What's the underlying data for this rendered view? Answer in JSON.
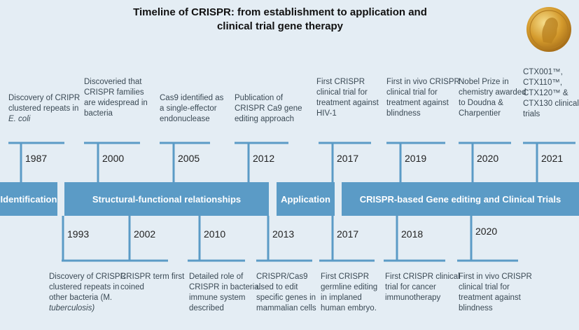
{
  "title": {
    "line1": "Timeline of CRISPR: from establishment to application and",
    "line2": "clinical trial gene therapy"
  },
  "medal_icon": "nobel-medal-icon",
  "colors": {
    "band": "#5b9bc6",
    "line": "#5b9bc6",
    "background": "#e4edf4"
  },
  "phases": [
    {
      "label": "Identification"
    },
    {
      "label": "Structural-functional relationships"
    },
    {
      "label": "Application"
    },
    {
      "label": "CRISPR-based Gene editing and Clinical Trials"
    }
  ],
  "top_events": [
    {
      "year": "1987",
      "lines": [
        "Discovery of CRIPR",
        "clustered repeats in",
        "E. coli"
      ]
    },
    {
      "year": "2000",
      "lines": [
        "Discoveried that",
        "CRISPR families",
        "are widespread in",
        "bacteria"
      ]
    },
    {
      "year": "2005",
      "lines": [
        "Cas9 identified as",
        "a single-effector",
        "endonuclease"
      ]
    },
    {
      "year": "2012",
      "lines": [
        "Publication of",
        "CRISPR Ca9 gene",
        "editing approach"
      ]
    },
    {
      "year": "2017",
      "lines": [
        "First CRISPR",
        "clinical trial for",
        "treatment against",
        "HIV-1"
      ]
    },
    {
      "year": "2019",
      "lines": [
        "First in vivo CRISPR",
        "clinical trial for",
        "treatment against",
        "blindness"
      ]
    },
    {
      "year": "2020",
      "lines": [
        "Nobel Prize in",
        "chemistry awarded",
        "to Doudna &",
        "Charpentier"
      ]
    },
    {
      "year": "2021",
      "lines": [
        "CTX001™,",
        "CTX110™,",
        "CTX120™ &",
        "CTX130 clinical",
        "trials"
      ]
    }
  ],
  "bottom_events": [
    {
      "year": "1993",
      "lines": [
        "Discovery of CRISPR",
        "clustered repeats in",
        "other bacteria (M.",
        "tuberculosis)"
      ]
    },
    {
      "year": "2002",
      "lines": [
        "CRISPR term first",
        "coined"
      ]
    },
    {
      "year": "2010",
      "lines": [
        "Detailed role of",
        "CRISPR in bacterial",
        "immune system",
        "described"
      ]
    },
    {
      "year": "2013",
      "lines": [
        "CRISPR/Cas9",
        "used to edit",
        "specific genes in",
        "mammalian cells"
      ]
    },
    {
      "year": "2017",
      "lines": [
        "First CRISPR",
        "germline editing",
        "in implaned",
        "human embryo."
      ]
    },
    {
      "year": "2018",
      "lines": [
        "First CRISPR clinical",
        "trial for cancer",
        "immunotherapy"
      ]
    },
    {
      "year": "2020",
      "lines": [
        "First in vivo CRISPR",
        "clinical trial for",
        "treatment against",
        "blindness"
      ]
    }
  ]
}
